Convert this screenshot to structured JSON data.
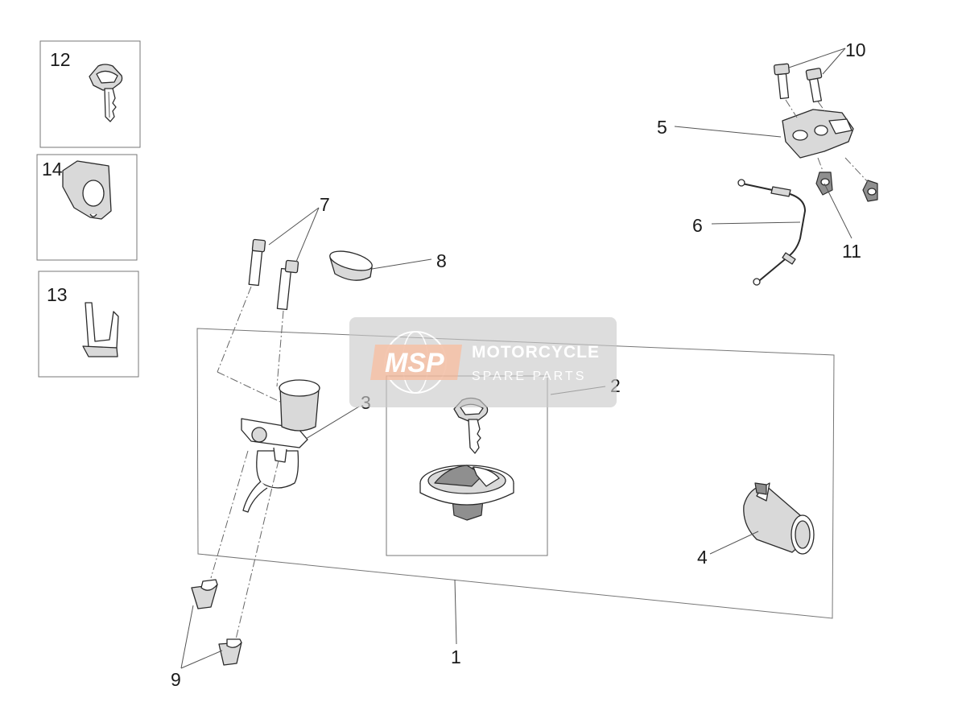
{
  "callouts": {
    "c1": "1",
    "c2": "2",
    "c3": "3",
    "c4": "4",
    "c5": "5",
    "c6": "6",
    "c7": "7",
    "c8": "8",
    "c9": "9",
    "c10": "10",
    "c11": "11",
    "c12": "12",
    "c13": "13",
    "c14": "14"
  },
  "watermark": {
    "logo": "MSP",
    "title": "MOTORCYCLE",
    "subtitle": "SPARE PARTS",
    "color_bg": "#c9c9c9",
    "color_logo": "#f2b79a"
  },
  "colors": {
    "line": "#2a2a2a",
    "frame": "#777777"
  }
}
